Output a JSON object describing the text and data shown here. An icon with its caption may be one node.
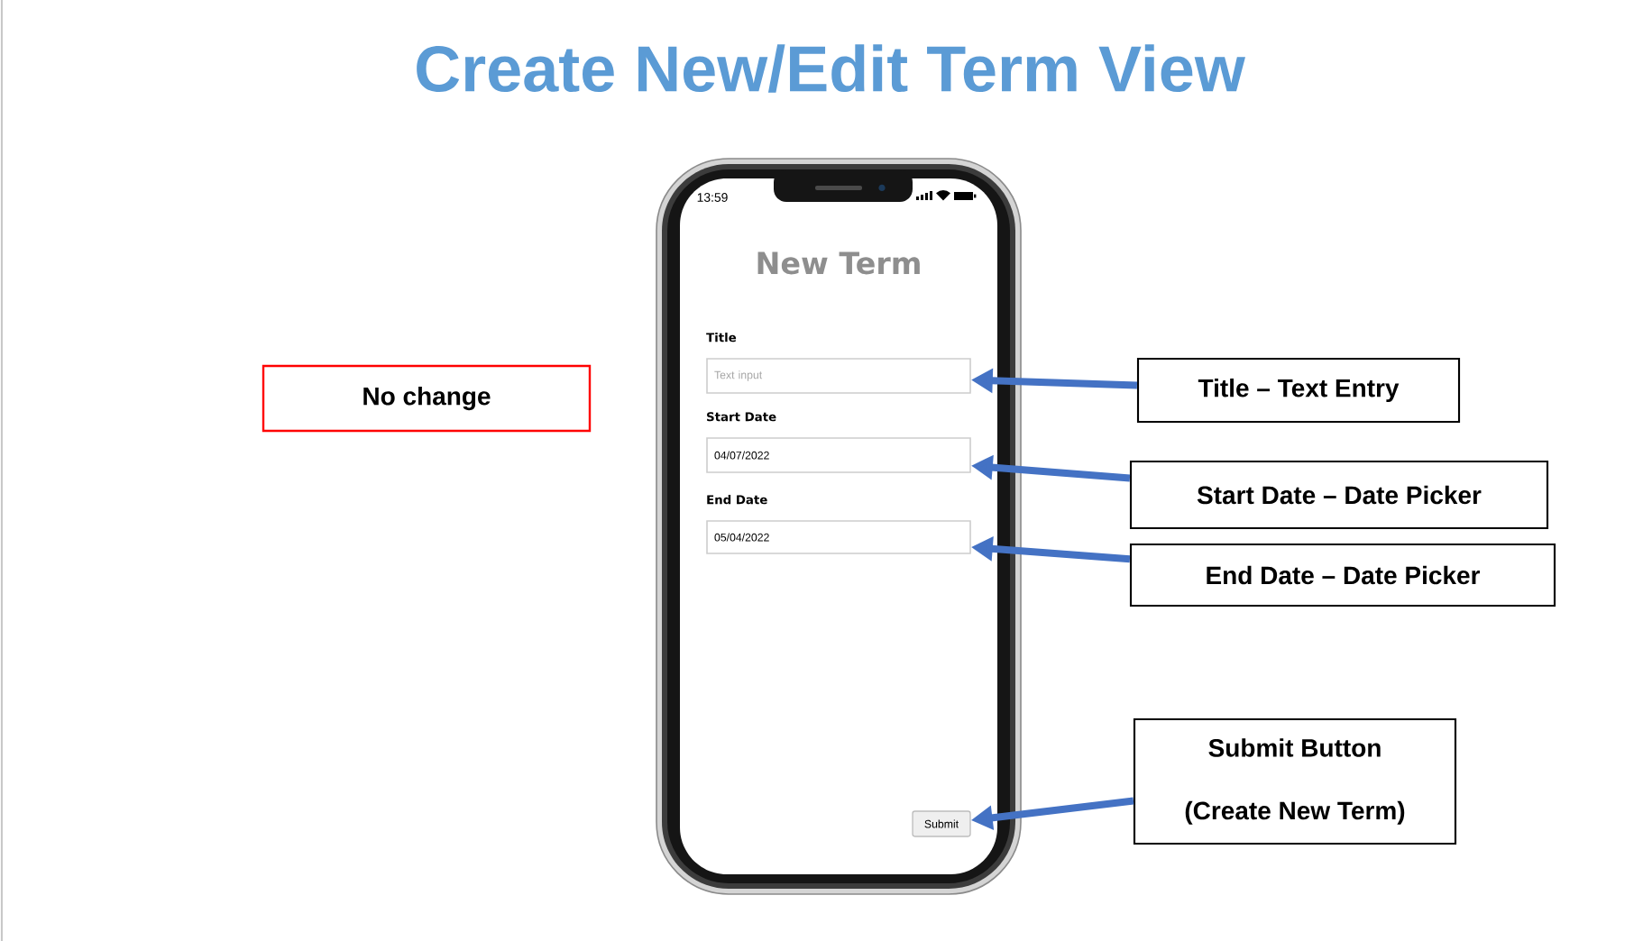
{
  "diagram": {
    "title": "Create New/Edit Term View",
    "nodes": [
      {
        "text": [
          "No change"
        ]
      },
      {
        "text": [
          "Text input"
        ],
        "beside": [
          "Title"
        ]
      },
      {
        "text": [
          "04/07/2022"
        ],
        "beside": [
          "Start Date"
        ]
      },
      {
        "text": [
          "05/04/2022"
        ],
        "beside": [
          "End Date"
        ]
      },
      {
        "text": [
          "Submit"
        ]
      },
      {
        "text": [
          "Title – Text Entry"
        ]
      },
      {
        "text": [
          "Start Date – Date Picker"
        ]
      },
      {
        "text": [
          "End Date – Date Picker"
        ]
      },
      {
        "text": [
          "Submit Button",
          "(Create New Term)"
        ]
      }
    ],
    "edges": [
      {
        "from": 5,
        "to": 1,
        "arrow": "to"
      },
      {
        "from": 6,
        "to": 2,
        "arrow": "to"
      },
      {
        "from": 7,
        "to": 3,
        "arrow": "to"
      },
      {
        "from": 8,
        "to": 4,
        "arrow": "to"
      }
    ],
    "labels": [
      "13:59",
      "New Term"
    ]
  }
}
